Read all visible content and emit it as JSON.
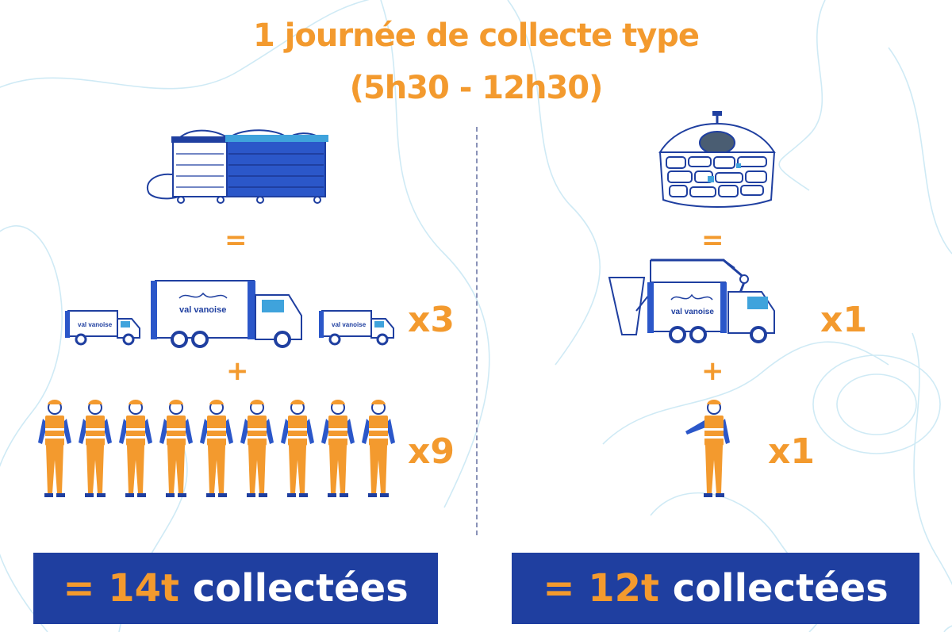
{
  "title": {
    "line1": "1 journée de collecte type",
    "line2": "(5h30 - 12h30)"
  },
  "left": {
    "equals": "=",
    "plus": "+",
    "truck_multiplier": "x3",
    "worker_multiplier": "x9",
    "truck_logo_text": "val vanoise",
    "result": {
      "eq": "=",
      "value": "14t",
      "label": "collectées"
    }
  },
  "right": {
    "equals": "=",
    "plus": "+",
    "truck_multiplier": "x1",
    "worker_multiplier": "x1",
    "truck_logo_text": "val vanoise",
    "result": {
      "eq": "=",
      "value": "12t",
      "label": "collectées"
    }
  },
  "colors": {
    "orange": "#F39A2E",
    "navy": "#1F3FA0",
    "blue": "#2B57C9",
    "light_blue": "#3FA3DC",
    "line_bg": "#cfeaf5"
  },
  "icons": [
    "dumpster-icon",
    "garbage-bag-icon",
    "truck-icon",
    "crane-truck-icon",
    "worker-icon",
    "stone-container-icon"
  ]
}
